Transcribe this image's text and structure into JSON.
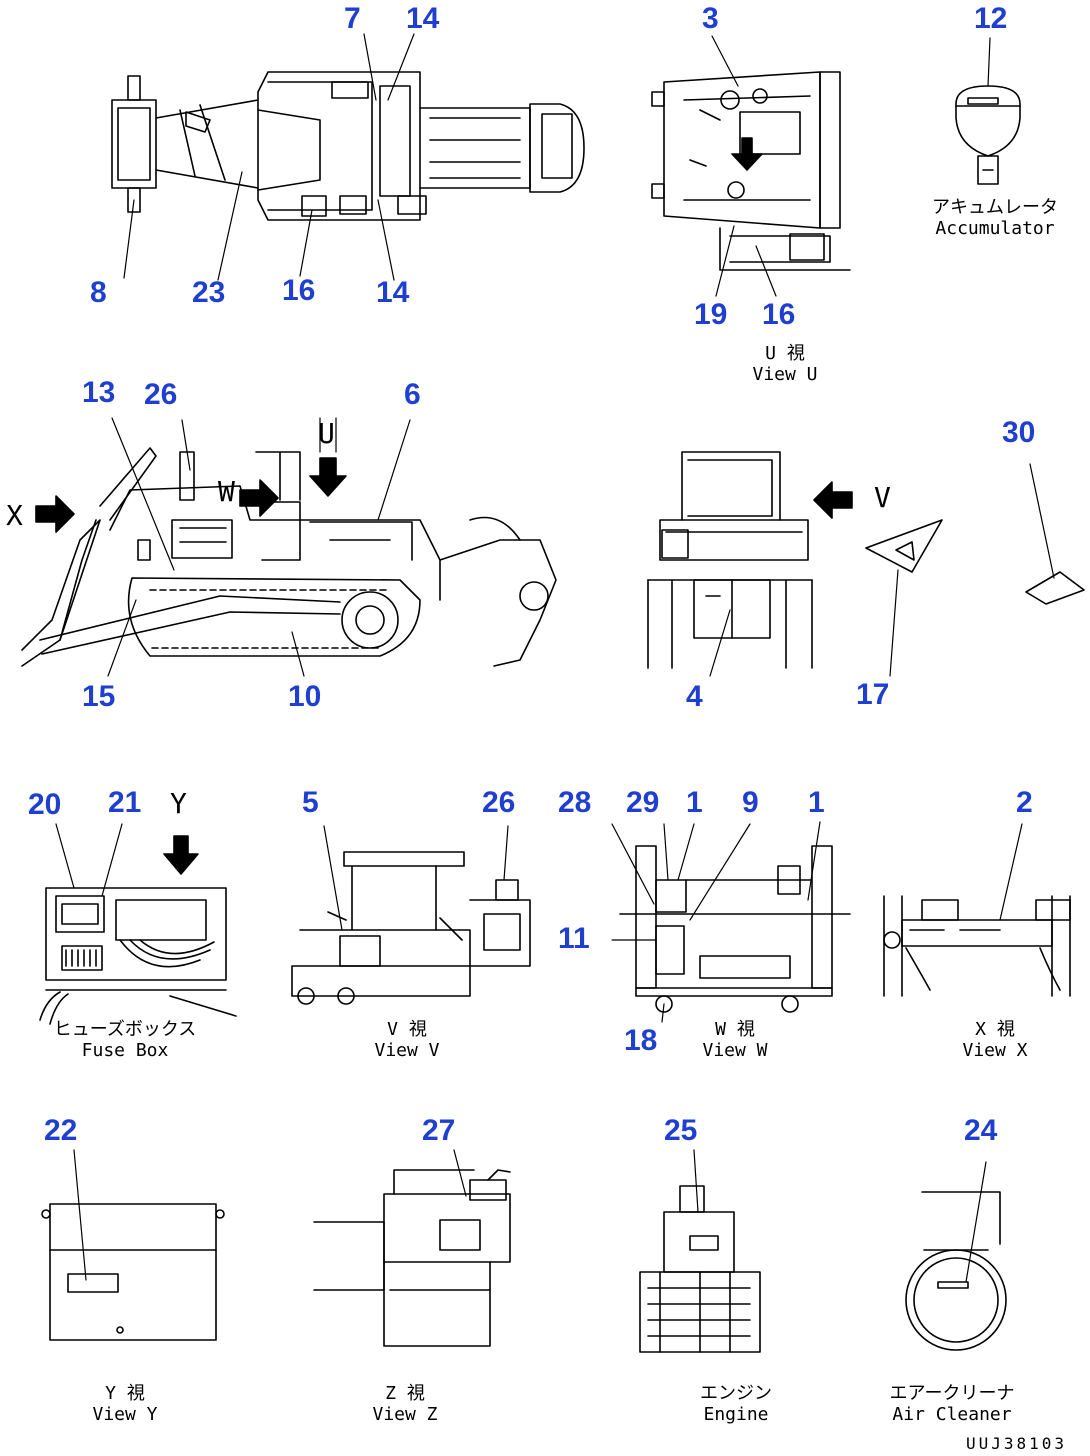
{
  "callouts": {
    "c7": "7",
    "c14a": "14",
    "c8": "8",
    "c23": "23",
    "c16a": "16",
    "c14b": "14",
    "c3": "3",
    "c19": "19",
    "c16b": "16",
    "c12": "12",
    "c13": "13",
    "c26a": "26",
    "c6": "6",
    "c15": "15",
    "c10": "10",
    "c4": "4",
    "c17": "17",
    "c30": "30",
    "c20": "20",
    "c21": "21",
    "c5": "5",
    "c26b": "26",
    "c28": "28",
    "c29": "29",
    "c1a": "1",
    "c9": "9",
    "c1b": "1",
    "c11": "11",
    "c18": "18",
    "c2": "2",
    "c22": "22",
    "c27": "27",
    "c25": "25",
    "c24": "24"
  },
  "captions": {
    "accumulator_jp": "アキュムレータ",
    "accumulator_en": "Accumulator",
    "view_u_jp": "U 視",
    "view_u_en": "View U",
    "fuse_box_jp": "ヒューズボックス",
    "fuse_box_en": "Fuse Box",
    "view_v_jp": "V 視",
    "view_v_en": "View V",
    "view_w_jp": "W 視",
    "view_w_en": "View W",
    "view_x_jp": "X 視",
    "view_x_en": "View X",
    "view_y_jp": "Y 視",
    "view_y_en": "View Y",
    "view_z_jp": "Z 視",
    "view_z_en": "View Z",
    "engine_jp": "エンジン",
    "engine_en": "Engine",
    "air_cleaner_jp": "エアークリーナ",
    "air_cleaner_en": "Air Cleaner"
  },
  "view_letters": {
    "x_arrow": "X",
    "w_arrow": "W",
    "u_arrow": "U",
    "v_arrow": "V",
    "y_arrow": "Y"
  },
  "drawing_code": "UUJ38103",
  "colors": {
    "callout": "#1f3fd0",
    "line": "#000000",
    "background": "#ffffff"
  }
}
